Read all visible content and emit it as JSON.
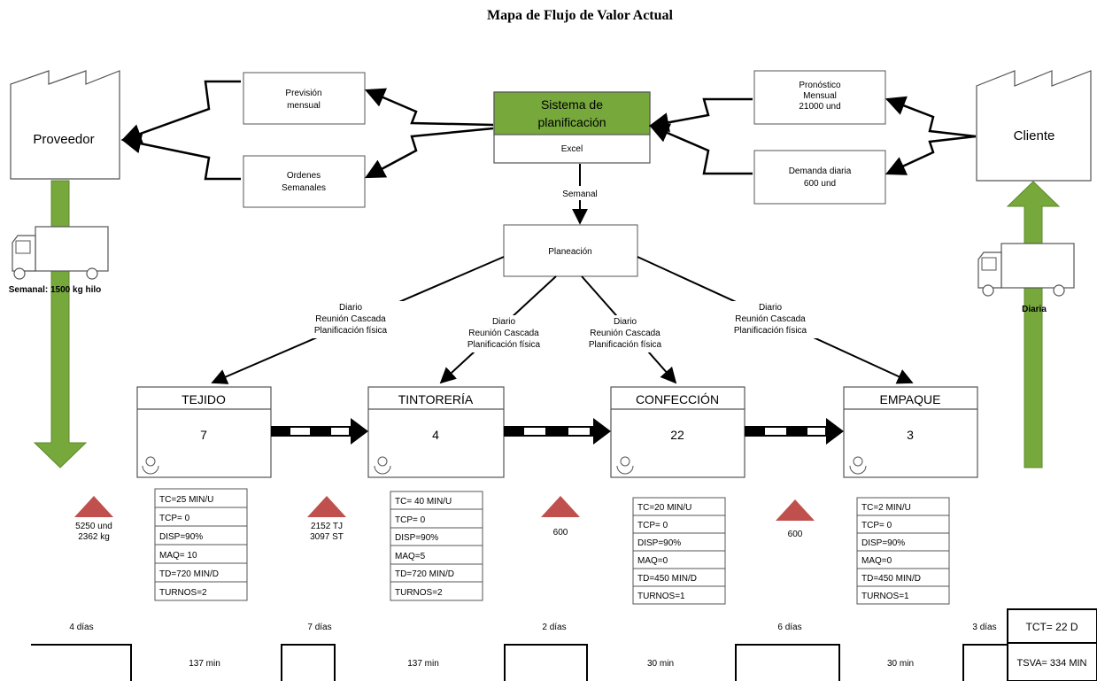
{
  "title": "Mapa de Flujo de Valor Actual",
  "supplier": {
    "label": "Proveedor",
    "shipment": "Semanal: 1500 kg hilo"
  },
  "customer": {
    "label": "Cliente",
    "shipment": "Diaria"
  },
  "planning_system": {
    "title_line1": "Sistema de",
    "title_line2": "planificación",
    "tool": "Excel",
    "frequency": "Semanal"
  },
  "info_boxes": {
    "prevision": [
      "Previsión",
      "mensual"
    ],
    "ordenes": [
      "Ordenes",
      "Semanales"
    ],
    "pronostico": [
      "Pronóstico",
      "Mensual",
      "21000 und"
    ],
    "demanda": [
      "Demanda diaria",
      "600 und"
    ]
  },
  "planeacion": "Planeación",
  "comm_label": [
    "Diario",
    "Reunión Cascada",
    "Planificación física"
  ],
  "processes": [
    {
      "name": "TEJIDO",
      "operators": "7",
      "data": [
        "TC=25 MIN/U",
        "TCP= 0",
        "DISP=90%",
        "MAQ= 10",
        "TD=720 MIN/D",
        "TURNOS=2"
      ]
    },
    {
      "name": "TINTORERÍA",
      "operators": "4",
      "data": [
        "TC= 40 MIN/U",
        "TCP= 0",
        "DISP=90%",
        "MAQ=5",
        "TD=720 MIN/D",
        "TURNOS=2"
      ]
    },
    {
      "name": "CONFECCIÓN",
      "operators": "22",
      "data": [
        "TC=20 MIN/U",
        "TCP= 0",
        "DISP=90%",
        "MAQ=0",
        "TD=450 MIN/D",
        "TURNOS=1"
      ]
    },
    {
      "name": "EMPAQUE",
      "operators": "3",
      "data": [
        "TC=2 MIN/U",
        "TCP= 0",
        "DISP=90%",
        "MAQ=0",
        "TD=450 MIN/D",
        "TURNOS=1"
      ]
    }
  ],
  "inventories": [
    [
      "5250 und",
      "2362 kg"
    ],
    [
      "2152  TJ",
      "3097  ST"
    ],
    [
      "600"
    ],
    [
      "600"
    ]
  ],
  "timeline": {
    "days": [
      "4 días",
      "7 días",
      "2 días",
      "6 días",
      "3 días"
    ],
    "minutes": [
      "137 min",
      "137 min",
      "30 min",
      "30 min"
    ],
    "tct": "TCT= 22 D",
    "tsva": "TSVA= 334 MIN"
  },
  "colors": {
    "green": "#76a83c",
    "green_dark": "#5e8a2c",
    "inventory": "#c0504d"
  }
}
